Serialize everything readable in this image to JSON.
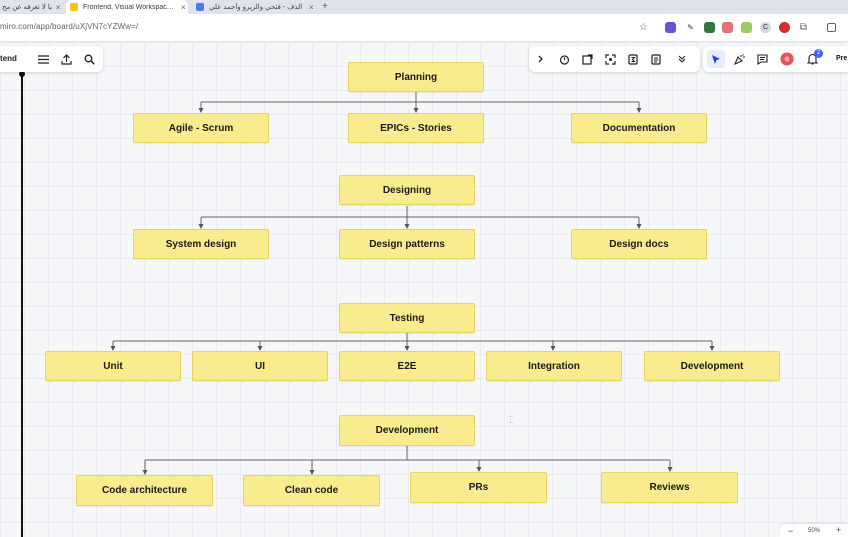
{
  "browser": {
    "tabs": [
      {
        "title": "يا لا تعرفه عن مح",
        "active": false
      },
      {
        "title": "Frontend, Visual Workspace for",
        "active": true
      },
      {
        "title": "الذف - فتحي والزيرو وأحمد علي",
        "active": false
      }
    ],
    "new_tab_label": "+",
    "url": "miro.com/app/board/uXjVN7cYZWw=/"
  },
  "board": {
    "name": "tend",
    "zoom_out_label": "−",
    "zoom_level": "50%",
    "zoom_in_label": "+",
    "present_label": "Pre",
    "notification_count": "2"
  },
  "diagram": {
    "groups": [
      {
        "title": "Planning",
        "children": [
          "Agile - Scrum",
          "EPICs - Stories",
          "Documentation"
        ]
      },
      {
        "title": "Designing",
        "children": [
          "System design",
          "Design patterns",
          "Design docs"
        ]
      },
      {
        "title": "Testing",
        "children": [
          "Unit",
          "UI",
          "E2E",
          "Integration",
          "Development"
        ]
      },
      {
        "title": "Development",
        "children": [
          "Code architecture",
          "Clean code",
          "PRs",
          "Reviews"
        ]
      }
    ]
  },
  "colors": {
    "node_fill": "#f8ec8e",
    "node_border": "#e9d462",
    "accent": "#4262ff"
  }
}
